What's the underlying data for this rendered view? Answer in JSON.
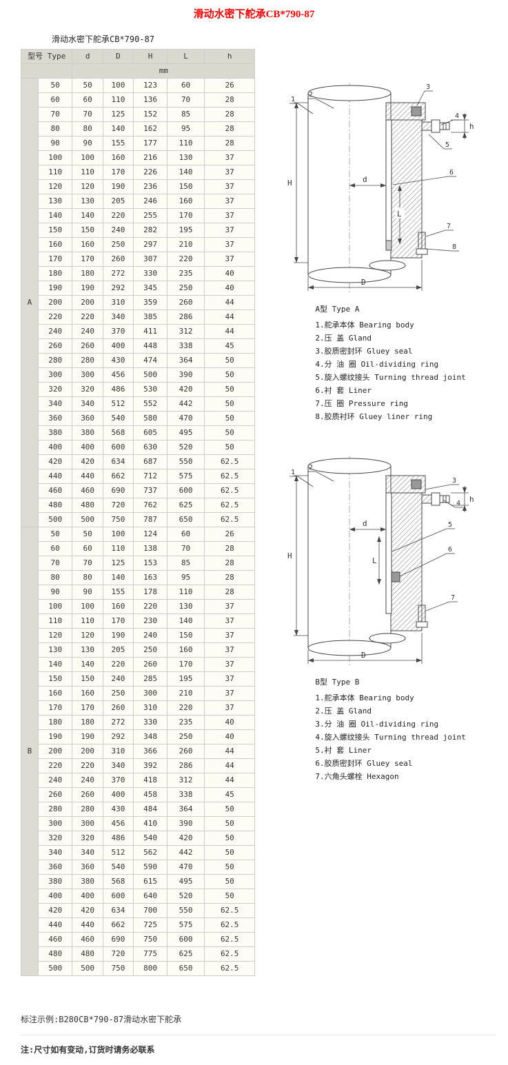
{
  "page": {
    "title": "滑动水密下舵承CB*790-87",
    "subtitle": "滑动水密下舵承CB*790-87",
    "note_example": "标注示例:B280CB*790-87滑动水密下舵承",
    "note_contact": "注:尺寸如有变动,订货时请务必联系"
  },
  "colors": {
    "title_red": "#ff0000",
    "header_gray": "#d9d9d0",
    "cell_cream": "#fdfdf5",
    "border_gray": "#cccccc"
  },
  "table": {
    "header": {
      "type_label": "型号 Type",
      "cols": [
        "d",
        "D",
        "H",
        "L",
        "h"
      ],
      "unit": "mm"
    },
    "groups": [
      {
        "label": "A",
        "rows": [
          [
            "50",
            "50",
            "100",
            "123",
            "60",
            "26"
          ],
          [
            "60",
            "60",
            "110",
            "136",
            "70",
            "28"
          ],
          [
            "70",
            "70",
            "125",
            "152",
            "85",
            "28"
          ],
          [
            "80",
            "80",
            "140",
            "162",
            "95",
            "28"
          ],
          [
            "90",
            "90",
            "155",
            "177",
            "110",
            "28"
          ],
          [
            "100",
            "100",
            "160",
            "216",
            "130",
            "37"
          ],
          [
            "110",
            "110",
            "170",
            "226",
            "140",
            "37"
          ],
          [
            "120",
            "120",
            "190",
            "236",
            "150",
            "37"
          ],
          [
            "130",
            "130",
            "205",
            "246",
            "160",
            "37"
          ],
          [
            "140",
            "140",
            "220",
            "255",
            "170",
            "37"
          ],
          [
            "150",
            "150",
            "240",
            "282",
            "195",
            "37"
          ],
          [
            "160",
            "160",
            "250",
            "297",
            "210",
            "37"
          ],
          [
            "170",
            "170",
            "260",
            "307",
            "220",
            "37"
          ],
          [
            "180",
            "180",
            "272",
            "330",
            "235",
            "40"
          ],
          [
            "190",
            "190",
            "292",
            "345",
            "250",
            "40"
          ],
          [
            "200",
            "200",
            "310",
            "359",
            "260",
            "44"
          ],
          [
            "220",
            "220",
            "340",
            "385",
            "286",
            "44"
          ],
          [
            "240",
            "240",
            "370",
            "411",
            "312",
            "44"
          ],
          [
            "260",
            "260",
            "400",
            "448",
            "338",
            "45"
          ],
          [
            "280",
            "280",
            "430",
            "474",
            "364",
            "50"
          ],
          [
            "300",
            "300",
            "456",
            "500",
            "390",
            "50"
          ],
          [
            "320",
            "320",
            "486",
            "530",
            "420",
            "50"
          ],
          [
            "340",
            "340",
            "512",
            "552",
            "442",
            "50"
          ],
          [
            "360",
            "360",
            "540",
            "580",
            "470",
            "50"
          ],
          [
            "380",
            "380",
            "568",
            "605",
            "495",
            "50"
          ],
          [
            "400",
            "400",
            "600",
            "630",
            "520",
            "50"
          ],
          [
            "420",
            "420",
            "634",
            "687",
            "550",
            "62.5"
          ],
          [
            "440",
            "440",
            "662",
            "712",
            "575",
            "62.5"
          ],
          [
            "460",
            "460",
            "690",
            "737",
            "600",
            "62.5"
          ],
          [
            "480",
            "480",
            "720",
            "762",
            "625",
            "62.5"
          ],
          [
            "500",
            "500",
            "750",
            "787",
            "650",
            "62.5"
          ]
        ]
      },
      {
        "label": "B",
        "rows": [
          [
            "50",
            "50",
            "100",
            "124",
            "60",
            "26"
          ],
          [
            "60",
            "60",
            "110",
            "138",
            "70",
            "28"
          ],
          [
            "70",
            "70",
            "125",
            "153",
            "85",
            "28"
          ],
          [
            "80",
            "80",
            "140",
            "163",
            "95",
            "28"
          ],
          [
            "90",
            "90",
            "155",
            "178",
            "110",
            "28"
          ],
          [
            "100",
            "100",
            "160",
            "220",
            "130",
            "37"
          ],
          [
            "110",
            "110",
            "170",
            "230",
            "140",
            "37"
          ],
          [
            "120",
            "120",
            "190",
            "240",
            "150",
            "37"
          ],
          [
            "130",
            "130",
            "205",
            "250",
            "160",
            "37"
          ],
          [
            "140",
            "140",
            "220",
            "260",
            "170",
            "37"
          ],
          [
            "150",
            "150",
            "240",
            "285",
            "195",
            "37"
          ],
          [
            "160",
            "160",
            "250",
            "300",
            "210",
            "37"
          ],
          [
            "170",
            "170",
            "260",
            "310",
            "220",
            "37"
          ],
          [
            "180",
            "180",
            "272",
            "330",
            "235",
            "40"
          ],
          [
            "190",
            "190",
            "292",
            "348",
            "250",
            "40"
          ],
          [
            "200",
            "200",
            "310",
            "366",
            "260",
            "44"
          ],
          [
            "220",
            "220",
            "340",
            "392",
            "286",
            "44"
          ],
          [
            "240",
            "240",
            "370",
            "418",
            "312",
            "44"
          ],
          [
            "260",
            "260",
            "400",
            "458",
            "338",
            "45"
          ],
          [
            "280",
            "280",
            "430",
            "484",
            "364",
            "50"
          ],
          [
            "300",
            "300",
            "456",
            "410",
            "390",
            "50"
          ],
          [
            "320",
            "320",
            "486",
            "540",
            "420",
            "50"
          ],
          [
            "340",
            "340",
            "512",
            "562",
            "442",
            "50"
          ],
          [
            "360",
            "360",
            "540",
            "590",
            "470",
            "50"
          ],
          [
            "380",
            "380",
            "568",
            "615",
            "495",
            "50"
          ],
          [
            "400",
            "400",
            "600",
            "640",
            "520",
            "50"
          ],
          [
            "420",
            "420",
            "634",
            "700",
            "550",
            "62.5"
          ],
          [
            "440",
            "440",
            "662",
            "725",
            "575",
            "62.5"
          ],
          [
            "460",
            "460",
            "690",
            "750",
            "600",
            "62.5"
          ],
          [
            "480",
            "480",
            "720",
            "775",
            "625",
            "62.5"
          ],
          [
            "500",
            "500",
            "750",
            "800",
            "650",
            "62.5"
          ]
        ]
      }
    ]
  },
  "diagram_a": {
    "caption": "A型 Type A",
    "dims": [
      "H",
      "d",
      "L",
      "D",
      "h"
    ],
    "callouts": [
      "1",
      "2",
      "3",
      "4",
      "5",
      "6",
      "7",
      "8"
    ],
    "legend": [
      "1.舵承本体 Bearing body",
      "2.压 盖 Gland",
      "3.胶质密封环 Gluey seal",
      "4.分 油 圈 Oil-dividing ring",
      "5.旋入螺纹接头 Turning thread joint",
      "6.衬 套 Liner",
      "7.压 圈 Pressure ring",
      "8.胶质衬环 Gluey liner ring"
    ]
  },
  "diagram_b": {
    "caption": "B型 Type B",
    "dims": [
      "H",
      "d",
      "L",
      "D",
      "h"
    ],
    "callouts": [
      "1",
      "2",
      "3",
      "4",
      "5",
      "6",
      "7"
    ],
    "legend": [
      "1.舵承本体 Bearing body",
      "2.压 盖 Gland",
      "3.分 油 圈 Oil-dividing ring",
      "4.旋入螺纹接头 Turning thread joint",
      "5.衬 套 Liner",
      "6.胶质密封环 Gluey seal",
      "7.六角头螺栓 Hexagon"
    ]
  }
}
